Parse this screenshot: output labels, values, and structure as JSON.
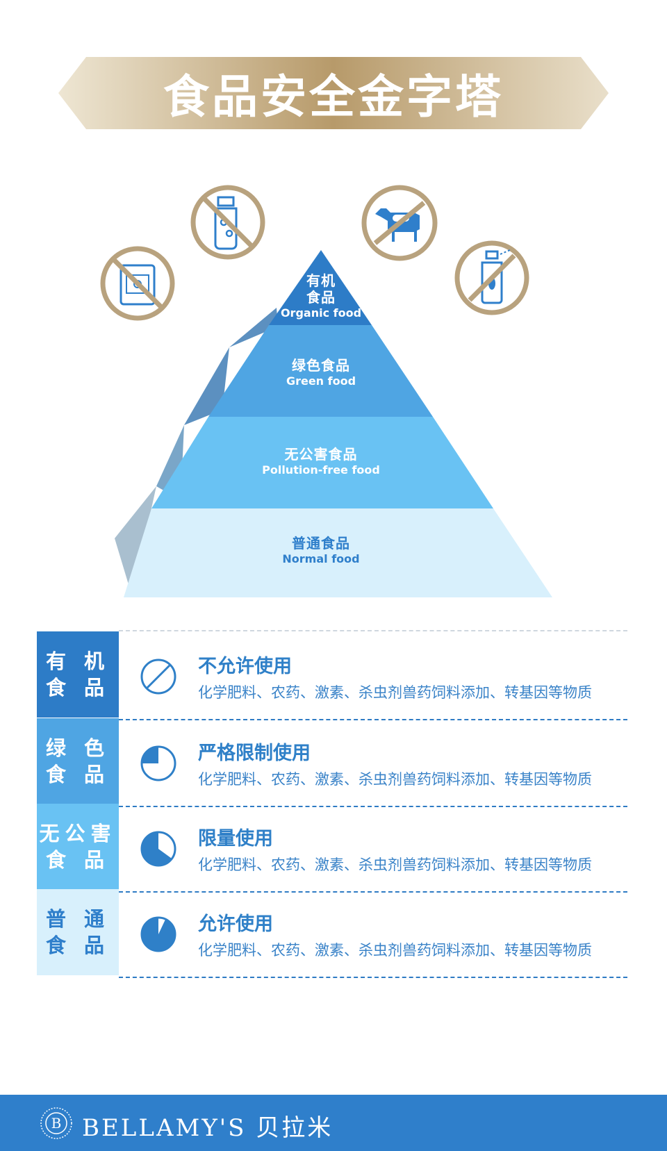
{
  "title": "食品安全金字塔",
  "colors": {
    "gold_light": "#E7DCC4",
    "gold_dark": "#A98C5E",
    "tier1": "#2D7CC7",
    "tier2": "#4FA5E3",
    "tier3": "#69C2F3",
    "tier4": "#D8F0FC",
    "footer": "#2F7FCB"
  },
  "icons": [
    "fertilizer-bag-prohibited-icon",
    "chemical-bottle-prohibited-icon",
    "cow-pill-prohibited-icon",
    "spray-bottle-prohibited-icon"
  ],
  "pyramid": [
    {
      "zh_line1": "有机",
      "zh_line2": "食品",
      "en": "Organic food"
    },
    {
      "zh": "绿色食品",
      "en": "Green food"
    },
    {
      "zh": "无公害食品",
      "en": "Pollution-free food"
    },
    {
      "zh": "普通食品",
      "en": "Normal food"
    }
  ],
  "rows": [
    {
      "label_line1": "有 机",
      "label_line2": "食 品",
      "title": "不允许使用",
      "desc": "化学肥料、农药、激素、杀虫剂兽药饲料添加、转基因等物质",
      "usage_fraction": 0
    },
    {
      "label_line1": "绿 色",
      "label_line2": "食 品",
      "title": "严格限制使用",
      "desc": "化学肥料、农药、激素、杀虫剂兽药饲料添加、转基因等物质",
      "usage_fraction": 0.25
    },
    {
      "label_line1": "无公害",
      "label_line2": "食 品",
      "title": "限量使用",
      "desc": "化学肥料、农药、激素、杀虫剂兽药饲料添加、转基因等物质",
      "usage_fraction": 0.65
    },
    {
      "label_line1": "普 通",
      "label_line2": "食 品",
      "title": "允许使用",
      "desc": "化学肥料、农药、激素、杀虫剂兽药饲料添加、转基因等物质",
      "usage_fraction": 0.93
    }
  ],
  "footer": {
    "brand": "BELLAMY'S",
    "brand_cn": "贝拉米",
    "logo_letter": "B"
  }
}
